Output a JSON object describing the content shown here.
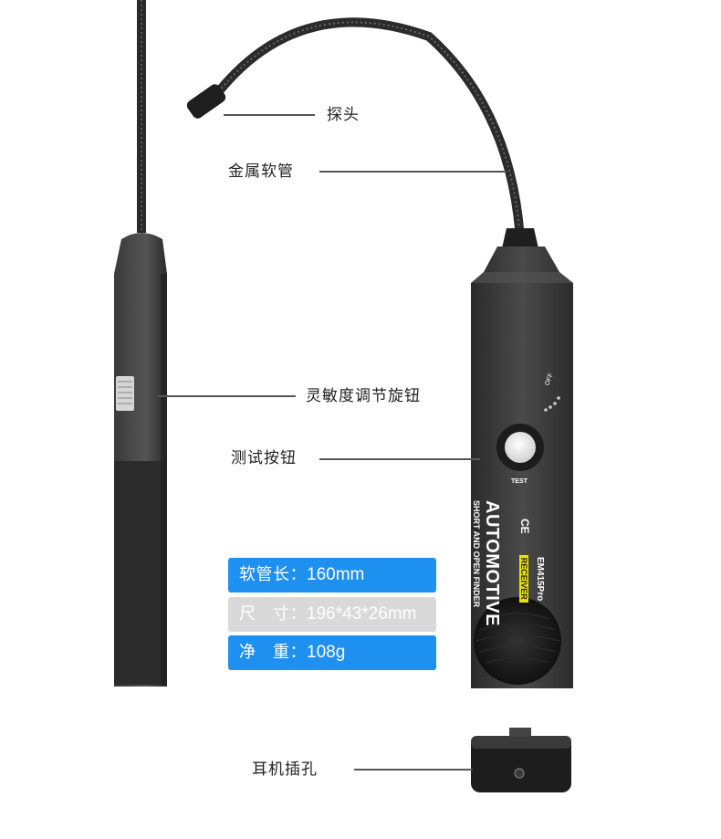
{
  "callouts": {
    "probe": "探头",
    "hose": "金属软管",
    "knob": "灵敏度调节旋钮",
    "test_button": "测试按钮",
    "earphone_jack": "耳机插孔"
  },
  "specs": [
    {
      "key": "软管长：",
      "value": "160mm",
      "color": "#1e90f0"
    },
    {
      "key": "尺　寸：",
      "value": "196*43*26mm",
      "color": "#d9d9d9"
    },
    {
      "key": "净　重：",
      "value": "108g",
      "color": "#1e90f0"
    }
  ],
  "device": {
    "brand_line": "AUTOMOTIVE",
    "sub_line": "SHORT AND OPEN FINDER",
    "model": "EM415Pro",
    "badge": "RECEIVER",
    "test_label": "TEST",
    "off_label": "OFF",
    "ce_mark": "CE"
  }
}
